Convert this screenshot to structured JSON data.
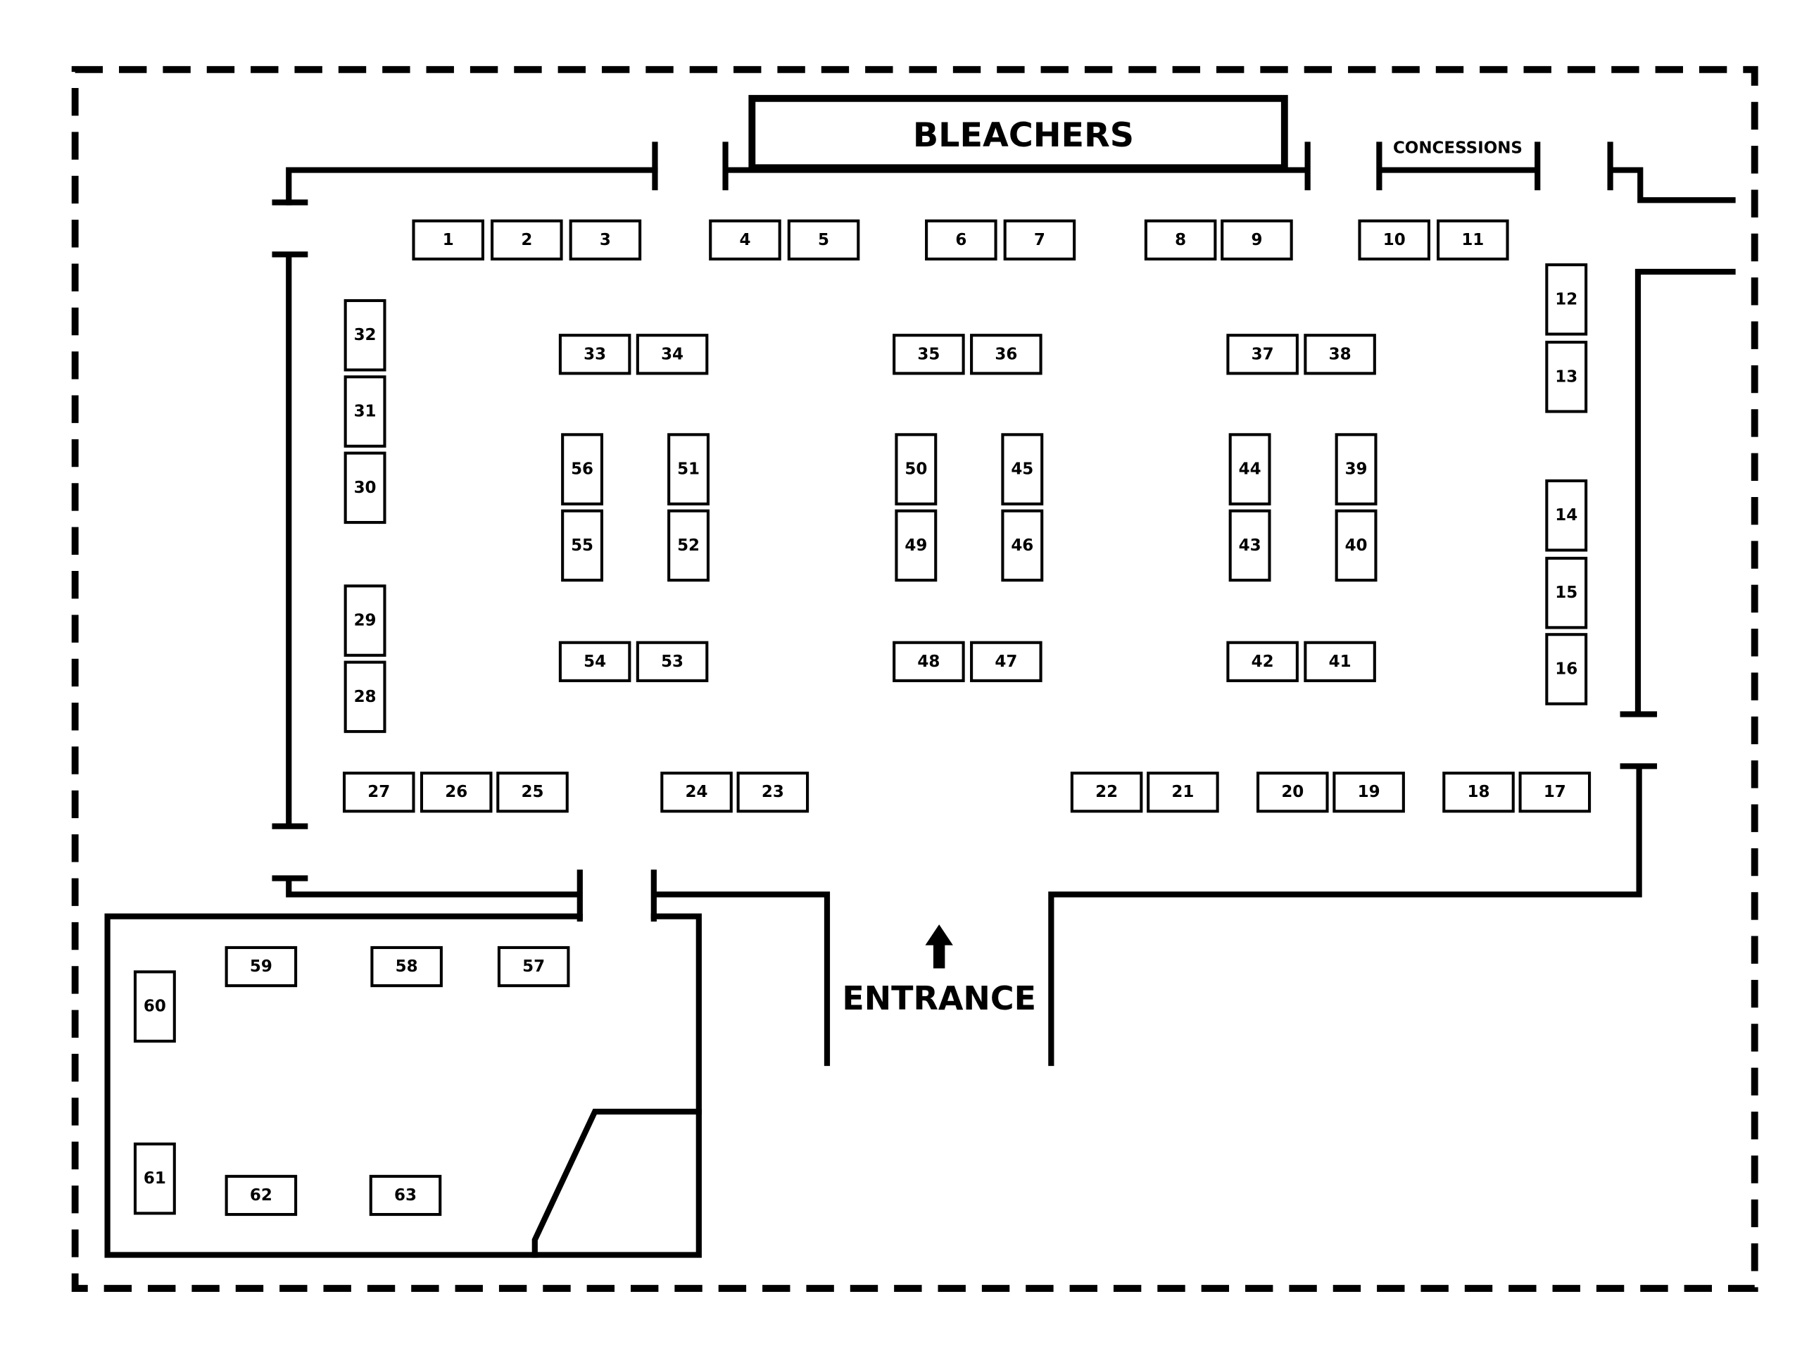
{
  "labels": {
    "bleachers": "BLEACHERS",
    "concessions": "CONCESSIONS",
    "entrance": "ENTRANCE"
  },
  "icons": {
    "entrance_arrow": "arrow-up-icon"
  },
  "colors": {
    "ink": "#000000",
    "background": "#ffffff"
  },
  "booths": [
    "1",
    "2",
    "3",
    "4",
    "5",
    "6",
    "7",
    "8",
    "9",
    "10",
    "11",
    "12",
    "13",
    "14",
    "15",
    "16",
    "17",
    "18",
    "19",
    "20",
    "21",
    "22",
    "23",
    "24",
    "25",
    "26",
    "27",
    "28",
    "29",
    "30",
    "31",
    "32",
    "33",
    "34",
    "35",
    "36",
    "37",
    "38",
    "39",
    "40",
    "41",
    "42",
    "43",
    "44",
    "45",
    "46",
    "47",
    "48",
    "49",
    "50",
    "51",
    "52",
    "53",
    "54",
    "55",
    "56",
    "57",
    "58",
    "59",
    "60",
    "61",
    "62",
    "63"
  ]
}
